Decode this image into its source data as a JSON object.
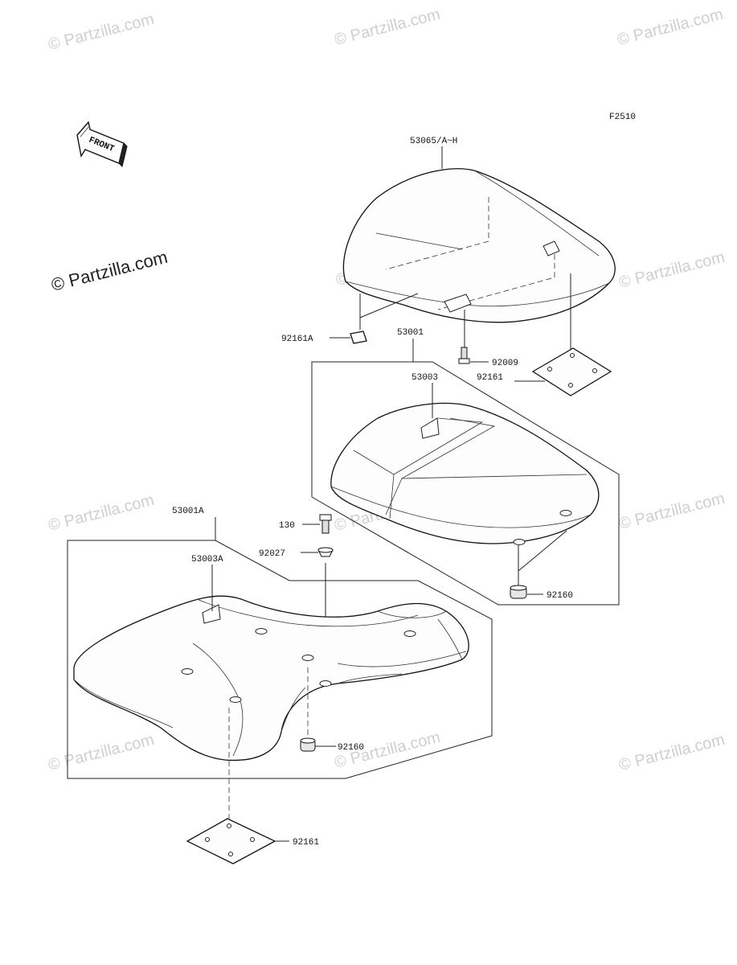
{
  "diagram_code": "F2510",
  "front_arrow": {
    "label": "FRONT",
    "icon": "front-arrow-icon"
  },
  "watermark": {
    "text": "© Partzilla.com",
    "main_text": "© Partzilla.com"
  },
  "parts": {
    "cover": "53065/A~H",
    "pad_small": "92161A",
    "seat_rear": "53001",
    "bolt_rear": "92009",
    "pad_rear": "92161",
    "seat_rear_cover": "53003",
    "damper_rear": "92160",
    "seat_front": "53001A",
    "bolt_front": "130",
    "collar_front": "92027",
    "seat_front_cover": "53003A",
    "damper_front": "92160",
    "pad_front": "92161"
  },
  "colors": {
    "line": "#111111",
    "watermark": "#cfcfcf",
    "background": "#ffffff"
  }
}
